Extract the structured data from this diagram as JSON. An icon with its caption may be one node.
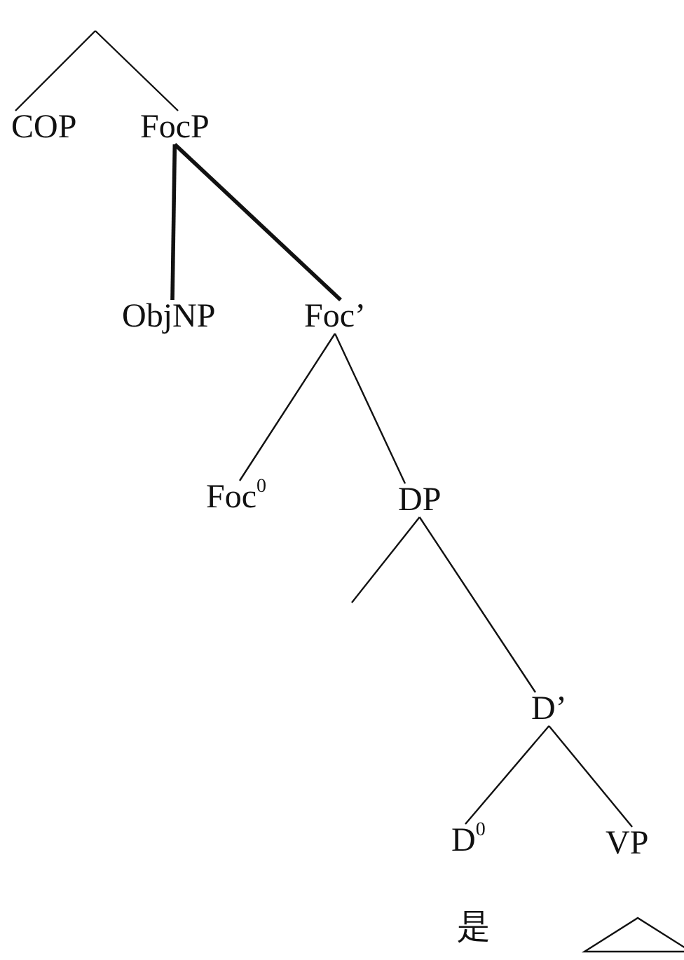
{
  "diagram": {
    "nodes": [
      {
        "text": [
          "COP"
        ]
      },
      {
        "text": [
          "FocP"
        ]
      },
      {
        "text": [
          "ObjNP"
        ]
      },
      {
        "text": [
          "Foc’"
        ]
      },
      {
        "text": [
          "Foc$^{0}$"
        ]
      },
      {
        "text": [
          "DP"
        ]
      },
      {
        "text": [
          "D’"
        ]
      },
      {
        "text": [
          "D$^{0}$"
        ]
      },
      {
        "text": [
          "VP"
        ]
      },
      {
        "text": [],
        "shape": "triangle"
      }
    ],
    "edges": [
      {
        "from": null,
        "to": 0,
        "arrow": "none"
      },
      {
        "from": null,
        "to": 1,
        "arrow": "none"
      },
      {
        "from": 1,
        "to": 2,
        "arrow": "none",
        "style": "thick"
      },
      {
        "from": 1,
        "to": 3,
        "arrow": "none",
        "style": "thick"
      },
      {
        "from": 3,
        "to": 4,
        "arrow": "none"
      },
      {
        "from": 3,
        "to": 5,
        "arrow": "none"
      },
      {
        "from": 5,
        "to": null,
        "arrow": "none"
      },
      {
        "from": 5,
        "to": 6,
        "arrow": "none"
      },
      {
        "from": 6,
        "to": 7,
        "arrow": "none"
      },
      {
        "from": 6,
        "to": 8,
        "arrow": "none"
      }
    ],
    "labels": [
      "是"
    ]
  }
}
